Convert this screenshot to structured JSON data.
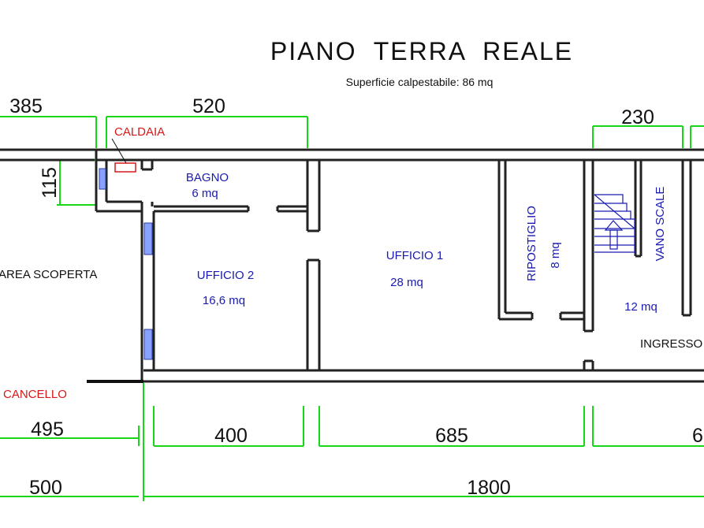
{
  "title": "PIANO  TERRA  REALE",
  "subtitle": "Superficie calpestabile: 86 mq",
  "rooms": {
    "bagno_name": "BAGNO",
    "bagno_area": "6 mq",
    "ufficio2_name": "UFFICIO 2",
    "ufficio2_area": "16,6 mq",
    "ufficio1_name": "UFFICIO 1",
    "ufficio1_area": "28 mq",
    "ripostiglio_name": "RIPOSTIGLIO",
    "ripostiglio_area": "8 mq",
    "vano_scale_name": "VANO SCALE",
    "vano_area": "12 mq",
    "ingresso_name": "INGRESSO",
    "area_scoperta": "AREA SCOPERTA"
  },
  "notes": {
    "caldaia": "CALDAIA",
    "cancello": "CANCELLO"
  },
  "dimensions": {
    "top_left": "385",
    "top_middle": "520",
    "top_right": "230",
    "left_vertical": "115",
    "bottom_1": "495",
    "bottom_2": "400",
    "bottom_3": "685",
    "bottom_4": "6",
    "total_left": "500",
    "total_right": "1800"
  },
  "colors": {
    "dimension_lines": "#19d619",
    "room_labels": "#1a1ab0",
    "annotations": "#d81818",
    "walls": "#222222",
    "windows": "#8aa2ff"
  }
}
